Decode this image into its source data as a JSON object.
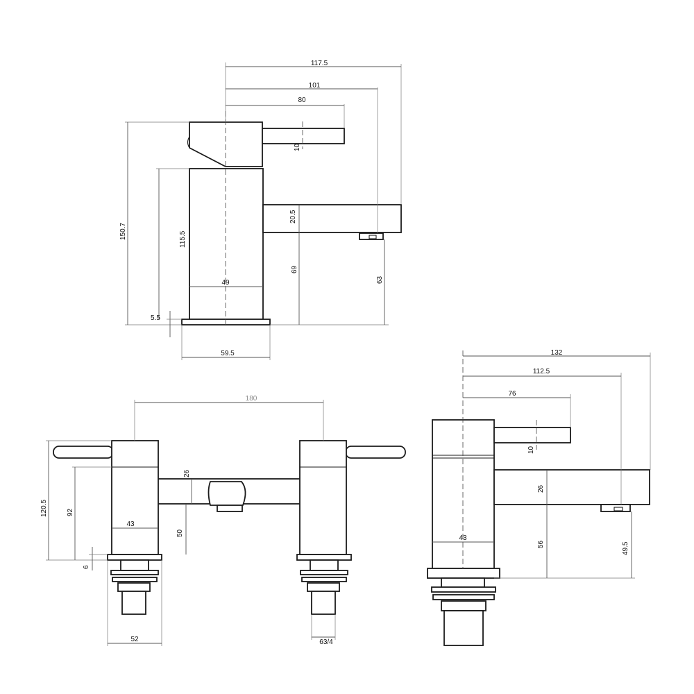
{
  "views": {
    "side_basin": {
      "dims": {
        "overall_reach": "117.5",
        "outlet_reach": "101",
        "lever_reach": "80",
        "lever_diameter": "10",
        "overall_height": "150.7",
        "body_height": "115.5",
        "spout_height": "20.5",
        "spout_to_base": "69",
        "outlet_to_base": "63",
        "body_width": "49",
        "base_thickness": "5.5",
        "base_width": "59.5"
      }
    },
    "front_bath_filler": {
      "dims": {
        "centres": "180",
        "overall_height": "120.5",
        "body_height": "92",
        "bridge_height": "26",
        "bridge_to_base": "50",
        "body_width": "43",
        "base_thickness": "6",
        "flange_width": "52",
        "thread": "63/4"
      }
    },
    "side_bath_filler": {
      "dims": {
        "overall_reach": "132",
        "outlet_reach": "112.5",
        "lever_reach": "76",
        "lever_diameter": "10",
        "spout_height": "26",
        "spout_to_base": "56",
        "outlet_to_base": "49.5",
        "body_width": "43"
      }
    }
  }
}
